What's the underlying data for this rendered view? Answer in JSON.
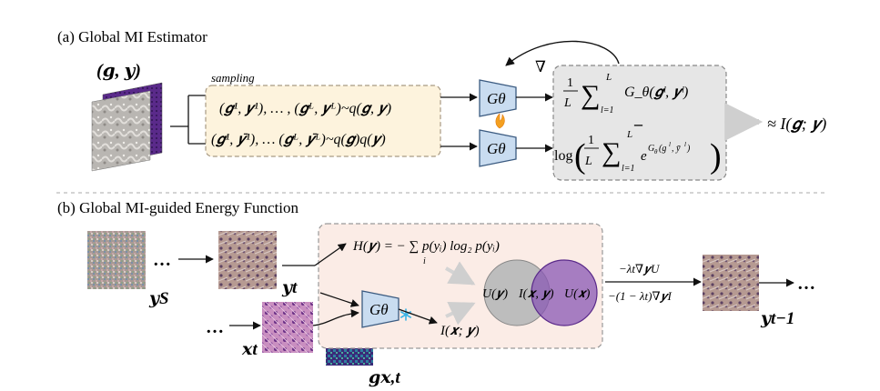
{
  "section_a": {
    "title": "(a) Global MI Estimator",
    "pair_label": "(𝒈, 𝒚)",
    "sampling_label": "sampling",
    "joint_samples": "(𝒈¹, 𝒚¹), … , (𝒈ᴸ, 𝒚ᴸ)~q(𝒈, 𝒚)",
    "marginal_samples": "(𝒈¹, 𝒚̄¹), … (𝒈ᴸ, 𝒚̄ᴸ)~q(𝒈)q(𝒚)",
    "network_label": "Gθ",
    "nabla": "∇",
    "sum_term": "G_θ(𝒈ˡ, 𝒚ˡ)",
    "log_term": "log",
    "exp_term": "e^{G_θ(𝒈ˡ, 𝒚̄ˡ)}",
    "minus": "–",
    "result": "≈ I(𝒈; 𝒚)"
  },
  "section_b": {
    "title": "(b) Global MI-guided Energy Function",
    "ys_label": "𝒚S",
    "yt_label": "𝒚t",
    "xt_label": "𝒙t",
    "gxt_label": "𝒈𝒙,t",
    "ytm1_label": "𝒚t−1",
    "dots": "…",
    "entropy": "H(𝒚) = − ∑ p(yᵢ) log₂ p(yᵢ)",
    "entropy_sub": "i",
    "mi_label": "I(𝒙; 𝒚)",
    "venn_left": "U(𝒚)",
    "venn_mid": "I(𝒙, 𝒚)",
    "venn_right": "U(𝒙)",
    "grad_top": "−λt∇𝒚U",
    "grad_bottom": "−(1 − λt)∇𝒚I",
    "network_label": "Gθ"
  },
  "colors": {
    "network_fill": "#c9dcf0",
    "network_stroke": "#3a5a80",
    "sampling_fill": "#fdf3dd",
    "estimator_fill": "#e6e6e6",
    "energy_fill": "#fbece6",
    "venn_left": "#bdbdbd",
    "venn_right": "#8a58b4",
    "flame": "#f4a020",
    "snowflake": "#39b4e6"
  }
}
